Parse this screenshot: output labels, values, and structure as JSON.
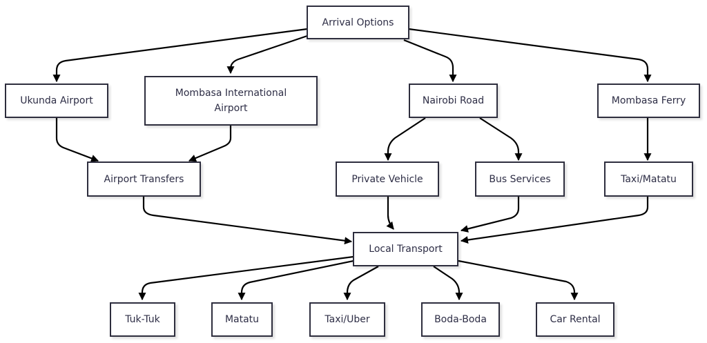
{
  "diagram": {
    "type": "flowchart",
    "root": "Arrival Options",
    "nodes": {
      "arrival": "Arrival Options",
      "ukunda": "Ukunda Airport",
      "mombasa_intl": "Mombasa International Airport",
      "nairobi_road": "Nairobi Road",
      "mombasa_ferry": "Mombasa Ferry",
      "airport_transfers": "Airport Transfers",
      "private_vehicle": "Private Vehicle",
      "bus_services": "Bus Services",
      "taxi_matatu": "Taxi/Matatu",
      "local_transport": "Local Transport",
      "tuk_tuk": "Tuk-Tuk",
      "matatu": "Matatu",
      "taxi_uber": "Taxi/Uber",
      "boda_boda": "Boda-Boda",
      "car_rental": "Car Rental"
    },
    "edges": [
      [
        "arrival",
        "ukunda"
      ],
      [
        "arrival",
        "mombasa_intl"
      ],
      [
        "arrival",
        "nairobi_road"
      ],
      [
        "arrival",
        "mombasa_ferry"
      ],
      [
        "ukunda",
        "airport_transfers"
      ],
      [
        "mombasa_intl",
        "airport_transfers"
      ],
      [
        "nairobi_road",
        "private_vehicle"
      ],
      [
        "nairobi_road",
        "bus_services"
      ],
      [
        "mombasa_ferry",
        "taxi_matatu"
      ],
      [
        "airport_transfers",
        "local_transport"
      ],
      [
        "private_vehicle",
        "local_transport"
      ],
      [
        "bus_services",
        "local_transport"
      ],
      [
        "taxi_matatu",
        "local_transport"
      ],
      [
        "local_transport",
        "tuk_tuk"
      ],
      [
        "local_transport",
        "matatu"
      ],
      [
        "local_transport",
        "taxi_uber"
      ],
      [
        "local_transport",
        "boda_boda"
      ],
      [
        "local_transport",
        "car_rental"
      ]
    ],
    "colors": {
      "node_border": "#2d2d3d",
      "node_text": "#2d2d45",
      "edge": "#000000",
      "background": "#ffffff"
    }
  }
}
